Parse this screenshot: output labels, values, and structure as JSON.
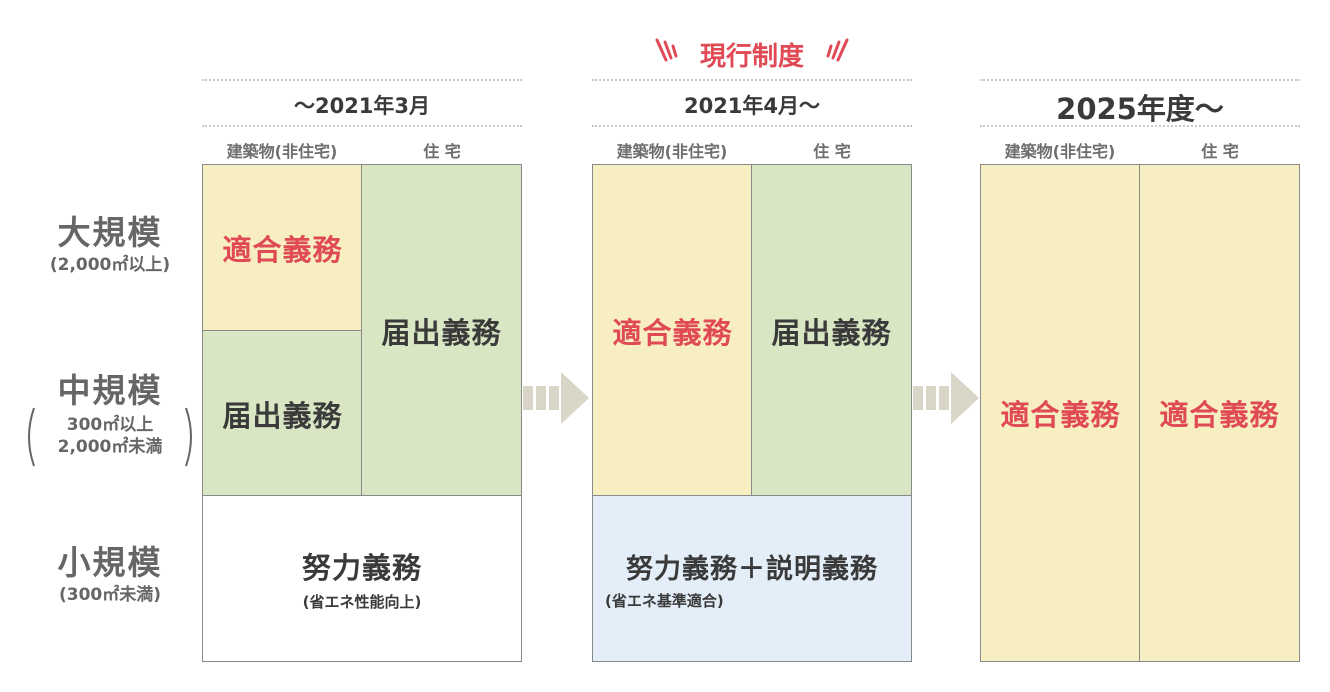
{
  "row_labels": {
    "large": {
      "title": "大規模",
      "note": "(2,000㎡以上)"
    },
    "medium": {
      "title": "中規模",
      "note_line1": "300㎡以上",
      "note_line2": "2,000㎡未満"
    },
    "small": {
      "title": "小規模",
      "note": "(300㎡未満)"
    }
  },
  "column_headers": {
    "nonres": "建築物(非住宅)",
    "res": "住 宅"
  },
  "periods": {
    "p1": {
      "label": "～2021年3月"
    },
    "p2": {
      "label": "2021年4月～",
      "banner": "現行制度"
    },
    "p3": {
      "label": "2025年度～"
    }
  },
  "cells": {
    "p1_large_nonres": "適合義務",
    "p1_res": "届出義務",
    "p1_medium_nonres": "届出義務",
    "p1_small": "努力義務",
    "p1_small_note": "(省エネ性能向上)",
    "p2_nonres": "適合義務",
    "p2_res": "届出義務",
    "p2_small": "努力義務＋説明義務",
    "p2_small_note": "(省エネ基準適合)",
    "p3_nonres": "適合義務",
    "p3_res": "適合義務"
  },
  "colors": {
    "yellow": "#f7efc1",
    "green": "#d9e6c3",
    "blue": "#e4eef8",
    "red_text": "#e04a55",
    "arrow": "#d9d6c8"
  }
}
